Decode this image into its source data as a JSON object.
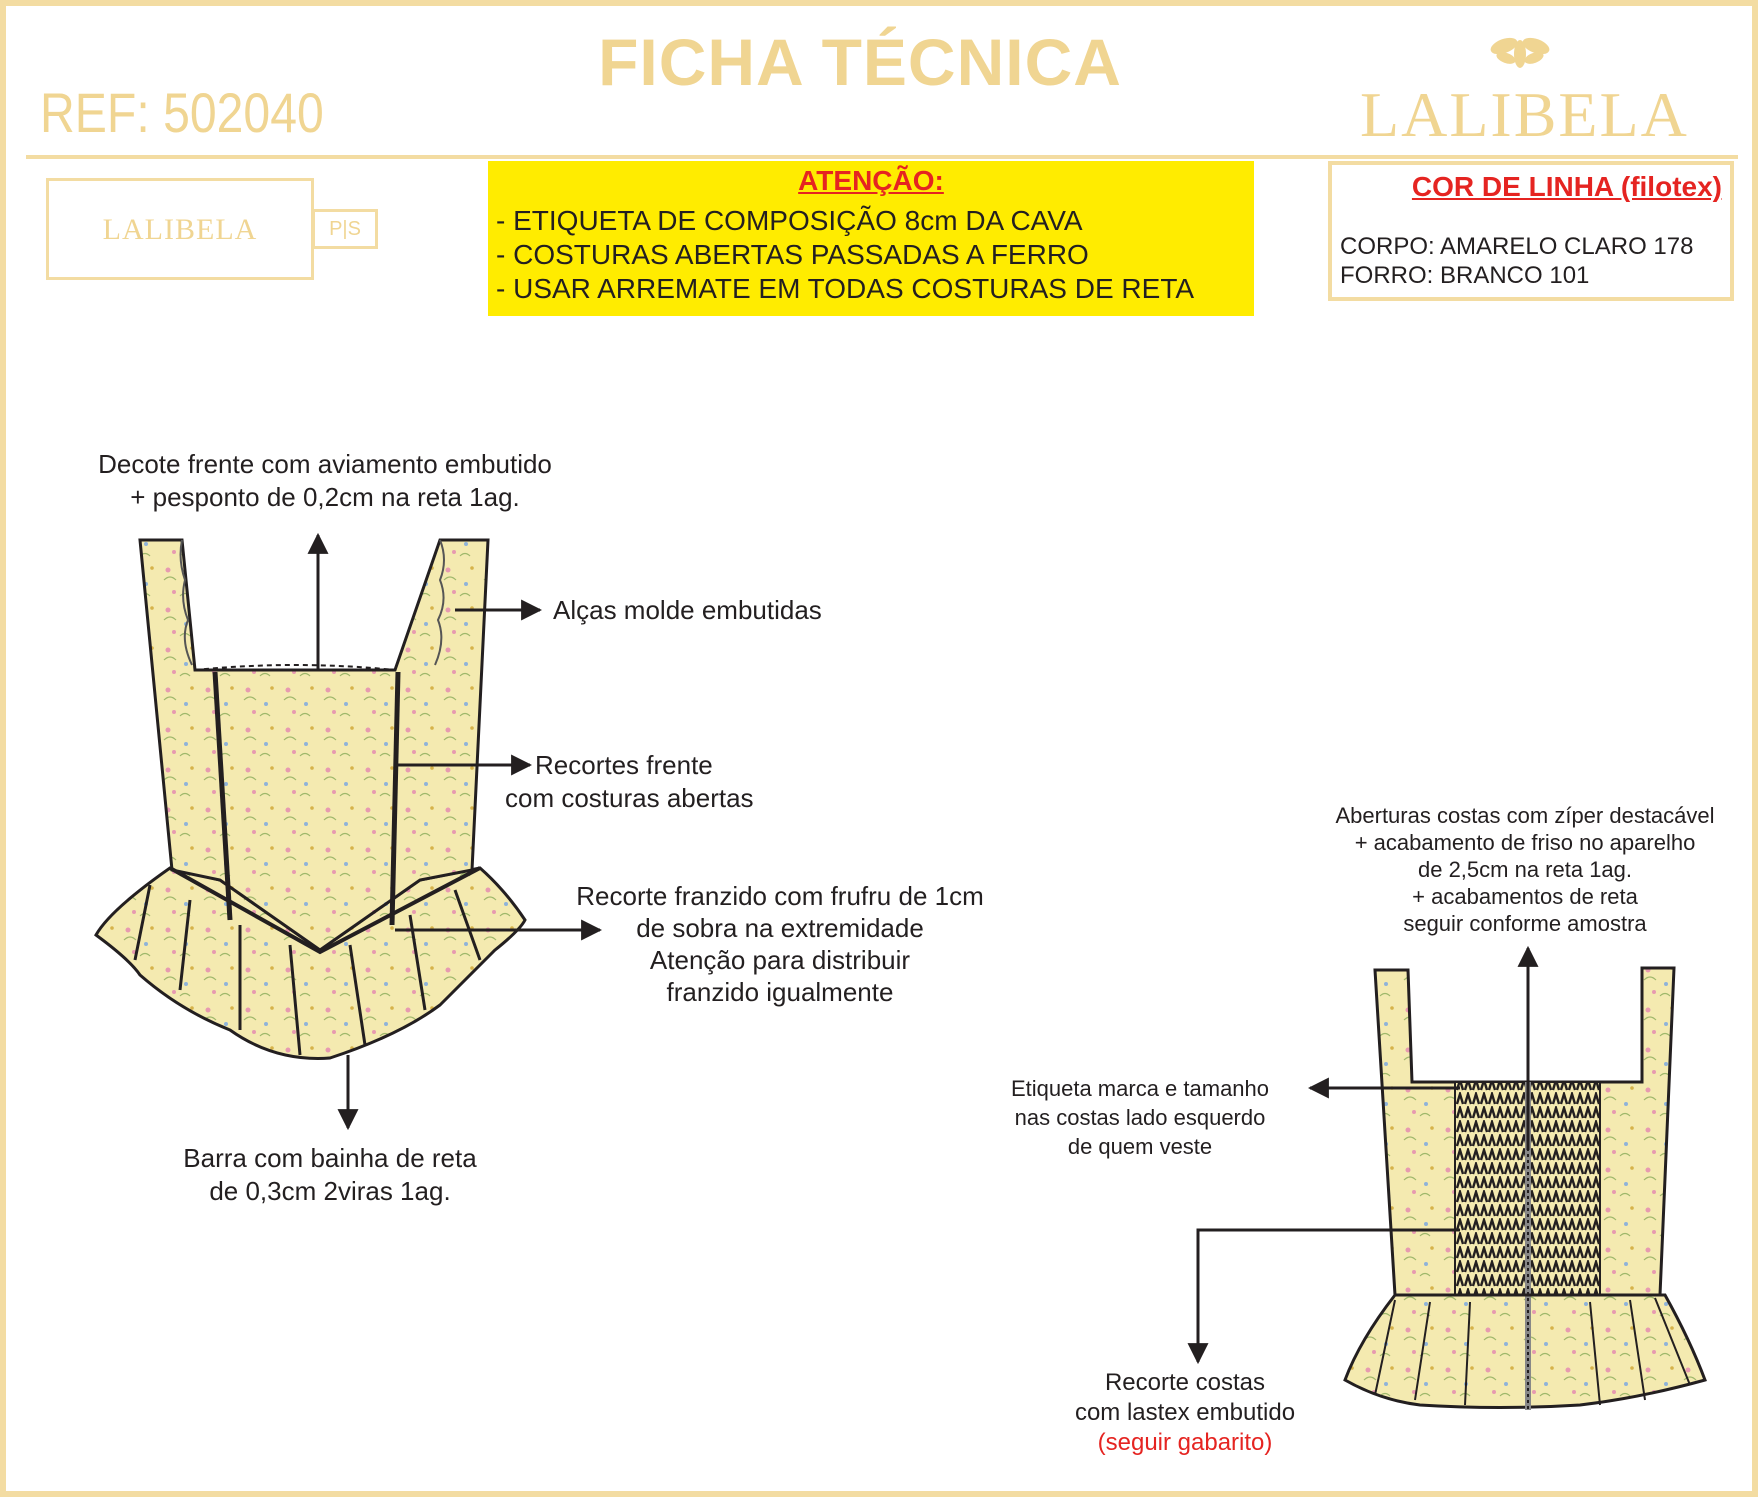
{
  "header": {
    "title": "FICHA TÉCNICA",
    "ref": "REF: 502040",
    "brand": "LALIBELA"
  },
  "label": {
    "brand": "LALIBELA",
    "size": "P|S"
  },
  "attention": {
    "title": "ATENÇÃO:",
    "lines": [
      "- ETIQUETA DE COMPOSIÇÃO 8cm DA CAVA",
      "- COSTURAS ABERTAS PASSADAS A FERRO",
      "- USAR ARREMATE EM TODAS COSTURAS DE RETA"
    ]
  },
  "thread_color": {
    "title": "COR DE LINHA (filotex)",
    "lines": [
      "CORPO: AMARELO CLARO 178",
      "FORRO: BRANCO 101"
    ]
  },
  "front_notes": {
    "neckline": [
      "Decote frente com aviamento embutido",
      "+ pesponto de 0,2cm na reta 1ag."
    ],
    "straps": "Alças molde embutidas",
    "seams": [
      "Recortes frente",
      "com costuras abertas"
    ],
    "ruffle": [
      "Recorte franzido com frufru de 1cm",
      "de sobra na extremidade",
      "Atenção para distribuir",
      "franzido igualmente"
    ],
    "hem": [
      "Barra com bainha de reta",
      "de 0,3cm 2viras 1ag."
    ]
  },
  "back_notes": {
    "zipper": [
      "Aberturas costas com zíper destacável",
      "+ acabamento de friso no aparelho",
      "de 2,5cm na reta 1ag.",
      "+ acabamentos de reta",
      "seguir conforme amostra"
    ],
    "label": [
      "Etiqueta marca e tamanho",
      "nas costas lado esquerdo",
      "de quem veste"
    ],
    "elastic": [
      "Recorte costas",
      "com lastex embutido"
    ],
    "elastic_note": "(seguir gabarito)"
  },
  "colors": {
    "gold": "#f0d592",
    "attention_bg": "#ffec00",
    "alert_red": "#e52421",
    "fabric": "#f4eab0"
  }
}
